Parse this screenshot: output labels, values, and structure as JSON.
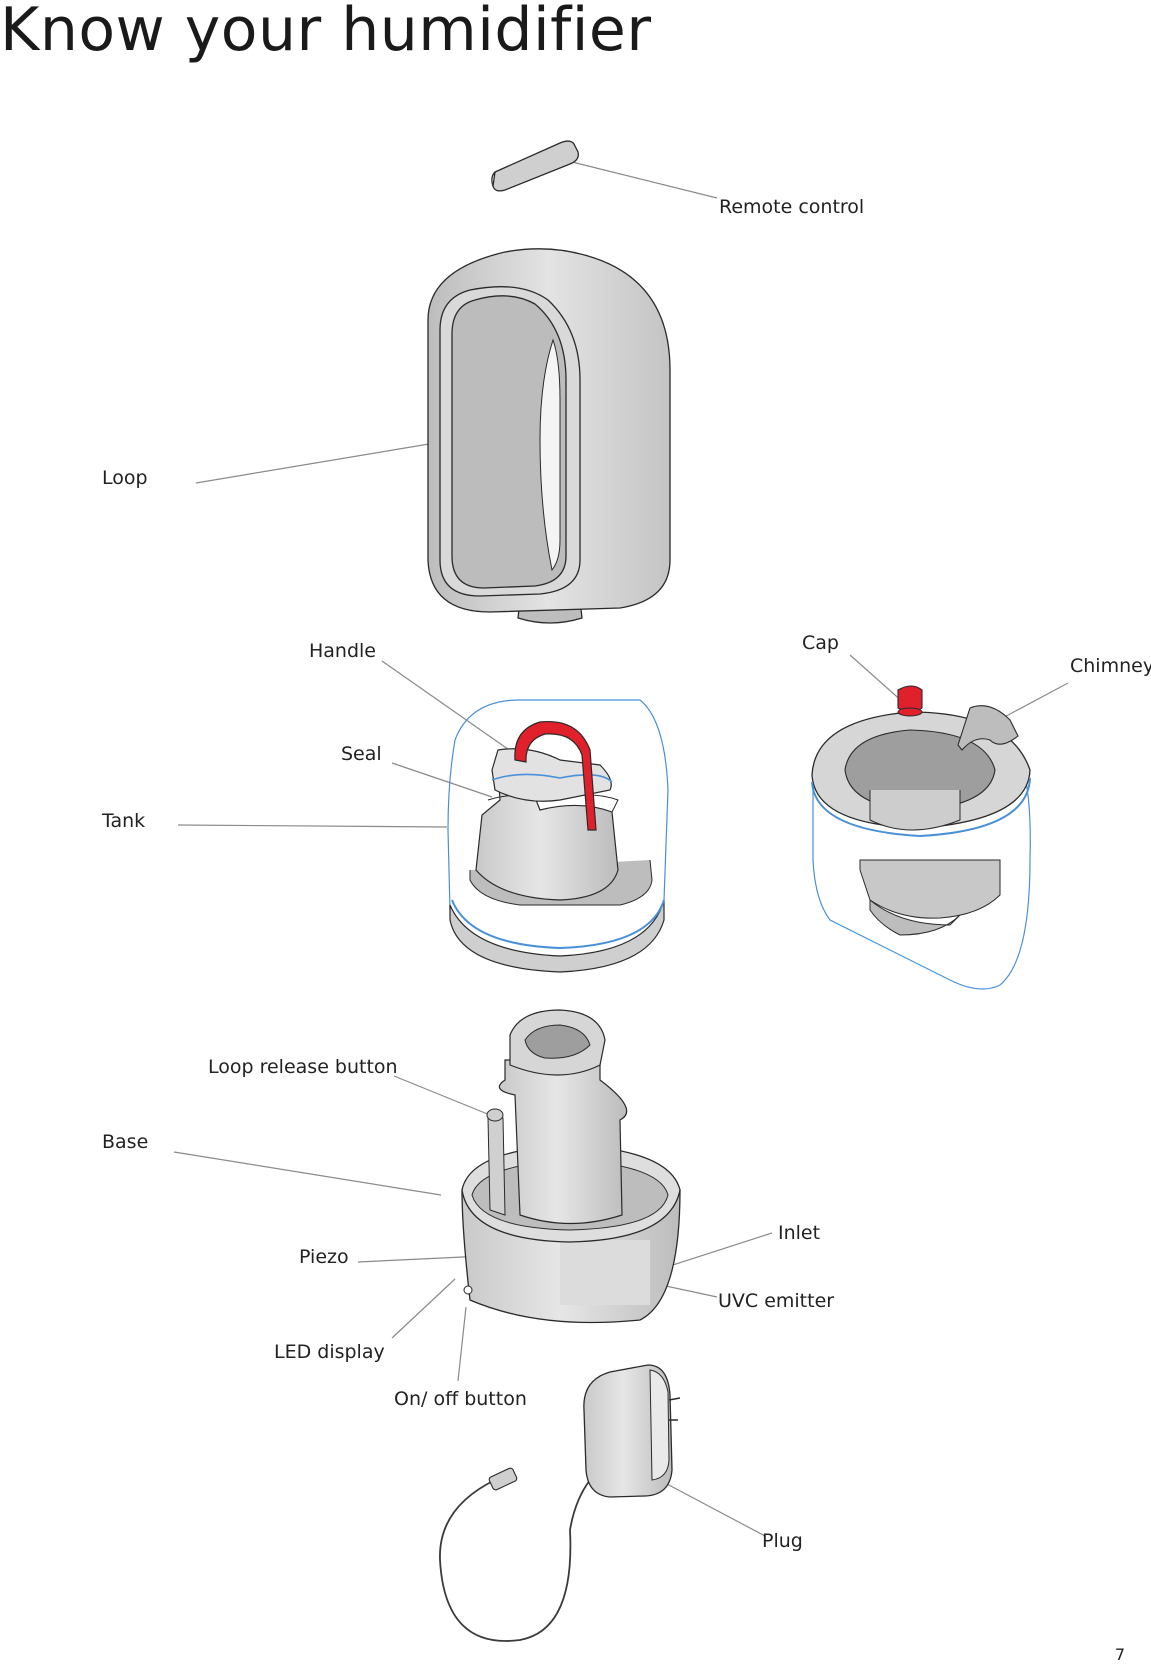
{
  "page": {
    "title": "Know your humidifier",
    "page_number": "7"
  },
  "labels": {
    "remote_control": "Remote control",
    "loop": "Loop",
    "handle": "Handle",
    "seal": "Seal",
    "tank": "Tank",
    "cap": "Cap",
    "chimney": "Chimney",
    "loop_release_button": "Loop release button",
    "base": "Base",
    "piezo": "Piezo",
    "inlet": "Inlet",
    "uvc_emitter": "UVC emitter",
    "led_display": "LED display",
    "on_off_button": "On/ off button",
    "plug": "Plug"
  },
  "colors": {
    "leader_line": "#8a8a8a",
    "outline": "#2a2a2a",
    "body_fill": "#d6d6d6",
    "body_light": "#ececec",
    "body_dark": "#b5b5b5",
    "tank_outline": "#4a90d9",
    "handle_red": "#e0202a"
  }
}
